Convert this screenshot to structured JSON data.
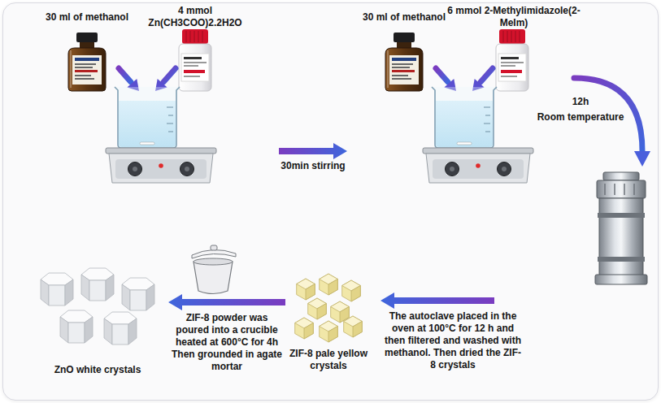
{
  "diagram": {
    "nodes": [
      {
        "text": [
          "30 ml of methanol",
          "4 mmol Zn(CH3COO)2.2H2O"
        ]
      },
      {
        "text": [
          "30 ml of methanol",
          "6 mmol 2-Methylimidazole(2-MeIm)"
        ]
      },
      {
        "text": [
          "ZIF-8 pale yellow crystals"
        ]
      },
      {
        "text": [
          "ZnO white crystals"
        ]
      }
    ],
    "edges": [
      {
        "from": 0,
        "to": 1,
        "arrow": "to",
        "label": "30min stirring"
      },
      {
        "from": 2,
        "to": 3,
        "arrow": "to",
        "label": "ZIF-8 powder was poured into a crucible heated at 600°C for 4h Then grounded in agate mortar"
      }
    ],
    "labels": [
      "12h",
      "Room temperature",
      "The autoclave placed in the oven at 100°C for 12 h and then filtered and washed with methanol. Then dried the ZIF-8 crystals"
    ]
  }
}
